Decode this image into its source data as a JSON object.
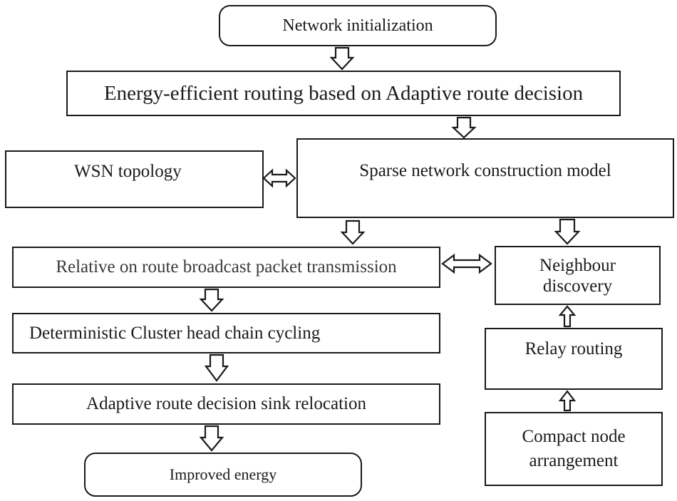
{
  "nodes": {
    "network_init": "Network initialization",
    "energy_routing": "Energy-efficient routing based on Adaptive route decision",
    "wsn_topology": "WSN topology",
    "sparse_model": "Sparse network construction model",
    "relative_broadcast": "Relative on route broadcast packet transmission",
    "neighbour_discovery": "Neighbour discovery",
    "cluster_head": "Deterministic Cluster head chain cycling",
    "relay_routing": "Relay routing",
    "sink_relocation": "Adaptive route decision sink relocation",
    "compact_node": "Compact node arrangement",
    "improved_energy": "Improved energy"
  }
}
